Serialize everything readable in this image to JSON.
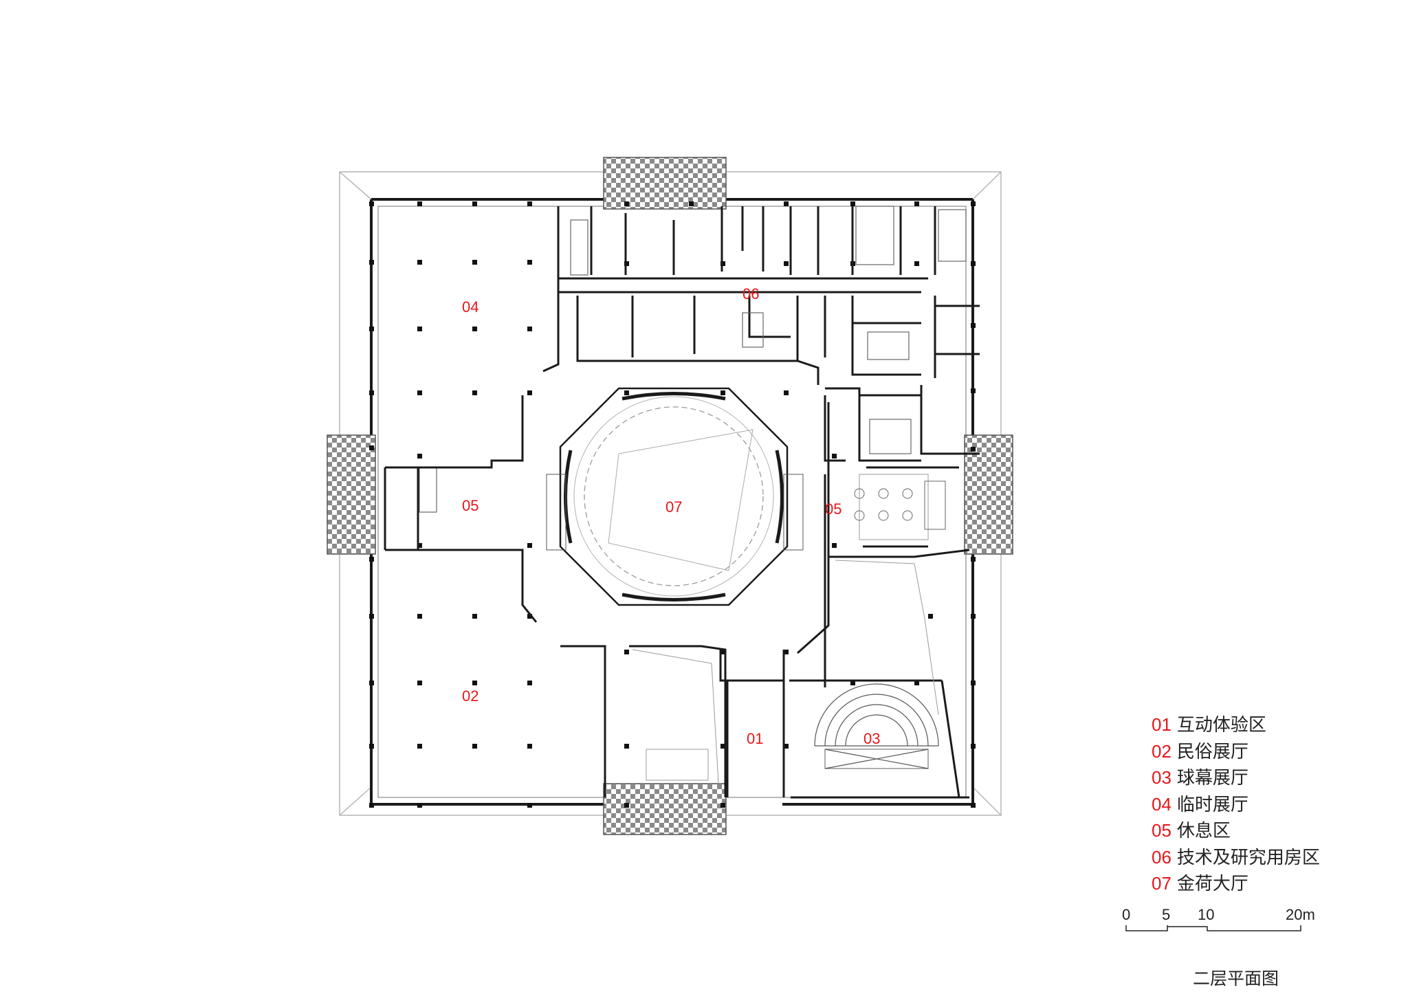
{
  "zones": [
    {
      "code": "04",
      "name": "临时展厅"
    },
    {
      "code": "06",
      "name": "技术及研究用房区"
    },
    {
      "code": "05",
      "name": "休息区",
      "side": "west"
    },
    {
      "code": "07",
      "name": "金荷大厅"
    },
    {
      "code": "05",
      "name": "休息区",
      "side": "east"
    },
    {
      "code": "02",
      "name": "民俗展厅"
    },
    {
      "code": "01",
      "name": "互动体验区"
    },
    {
      "code": "03",
      "name": "球幕展厅"
    }
  ],
  "legend": [
    {
      "code": "01",
      "name": "互动体验区"
    },
    {
      "code": "02",
      "name": "民俗展厅"
    },
    {
      "code": "03",
      "name": "球幕展厅"
    },
    {
      "code": "04",
      "name": "临时展厅"
    },
    {
      "code": "05",
      "name": "休息区"
    },
    {
      "code": "06",
      "name": "技术及研究用房区"
    },
    {
      "code": "07",
      "name": "金荷大厅"
    }
  ],
  "scale_bar": {
    "ticks": [
      "0",
      "5",
      "10",
      "20m"
    ]
  },
  "drawing_title": "二层平面图",
  "colors": {
    "label": "#e8161b",
    "line": "#1a1a1a",
    "thin_line": "#9a9a9a"
  }
}
